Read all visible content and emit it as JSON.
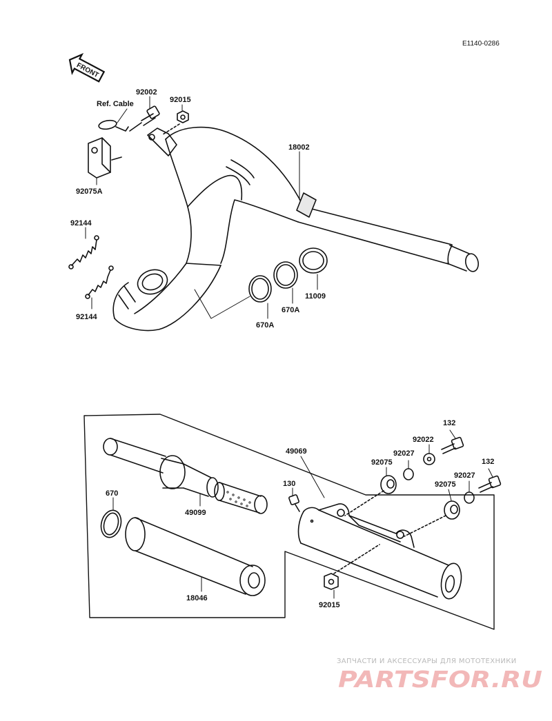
{
  "diagram_code": "E1140-0286",
  "front_label": "FRONT",
  "ref_cable": "Ref. Cable",
  "parts": {
    "p92002": "92002",
    "p92015_top": "92015",
    "p92075A": "92075A",
    "p18002": "18002",
    "p92144_a": "92144",
    "p92144_b": "92144",
    "p11009": "11009",
    "p670A_a": "670A",
    "p670A_b": "670A",
    "p49069": "49069",
    "p670": "670",
    "p49099": "49099",
    "p18046": "18046",
    "p130": "130",
    "p92015_bot": "92015",
    "p92075_a": "92075",
    "p92075_b": "92075",
    "p92027_a": "92027",
    "p92027_b": "92027",
    "p92022": "92022",
    "p132_a": "132",
    "p132_b": "132"
  },
  "watermark": {
    "tagline": "ЗАПЧАСТИ И АКСЕССУАРЫ ДЛЯ МОТОТЕХНИКИ",
    "logo": "PARTSFOR.RU",
    "logo_color": "#f2b8b8"
  }
}
